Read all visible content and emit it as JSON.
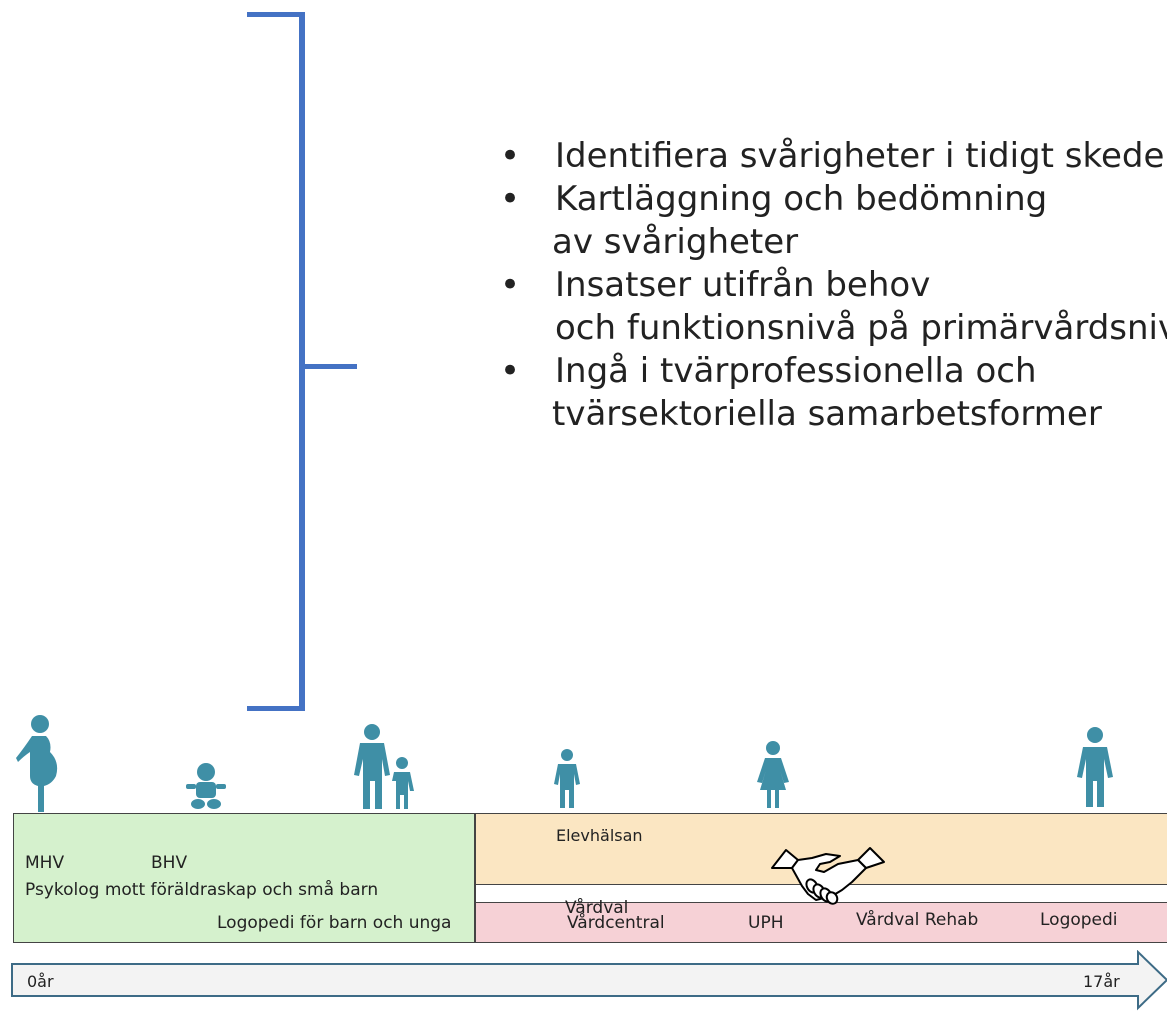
{
  "bullets": [
    {
      "text": "Identifiera svårigheter i tidigt skede"
    },
    {
      "text": "Kartläggning och bedömning",
      "cont": "av svårigheter"
    },
    {
      "text": "Insatser utifrån behov",
      "cont": "och funktionsnivå på primärvårdsnivå"
    },
    {
      "text": "Ingå i tvärprofessionella och",
      "cont": "tvärsektoriella samarbetsformer"
    }
  ],
  "bullet_symbol": "•",
  "boxes": {
    "green": {
      "mhv": "MHV",
      "bhv": "BHV",
      "psykolog": "Psykolog mott föräldraskap och små barn",
      "logopedi_barn": "Logopedi för barn och unga",
      "color": "#d5f1cd"
    },
    "orange": {
      "label": "Elevhälsan",
      "color": "#fbe6c2"
    },
    "pink": {
      "vardval": "Vårdval",
      "vardcentral": "Vårdcentral",
      "uph": "UPH",
      "vardval_rehab": "Vårdval Rehab",
      "logopedi": "Logopedi",
      "color": "#f6d1d6"
    }
  },
  "timeline": {
    "start": "0år",
    "end": "17år"
  },
  "icons": [
    "pregnant-woman-icon",
    "baby-icon",
    "parent-child-icon",
    "child-icon",
    "girl-icon",
    "teen-icon",
    "handshake-icon"
  ],
  "accent": "#4472c4",
  "figure_color": "#3f8fa6"
}
